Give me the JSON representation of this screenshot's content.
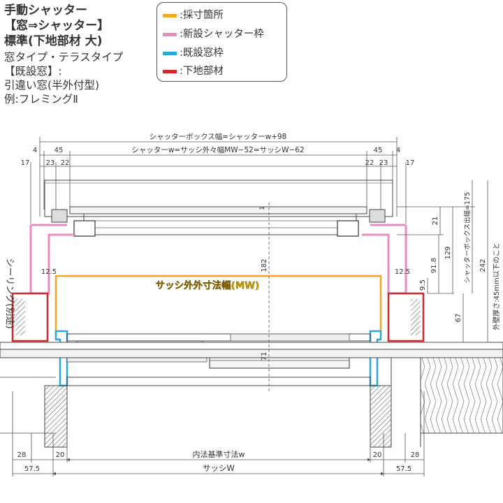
{
  "title": {
    "line1": "手動シャッター",
    "line2": "【窓⇒シャッター】",
    "line3": "標準(下地部材 大)"
  },
  "subtitle": {
    "line1": "窓タイプ・テラスタイプ",
    "line2": "【既設窓】:",
    "line3": "引違い窓(半外付型)",
    "line4": "例:フレミングⅡ"
  },
  "legend": [
    {
      "label": ":採寸箇所",
      "color": "#f5a623"
    },
    {
      "label": ":新設シャッター枠",
      "color": "#e88cbf"
    },
    {
      "label": ":既設窓枠",
      "color": "#29a8e0"
    },
    {
      "label": ":下地部材",
      "color": "#d0282e"
    }
  ],
  "dimensions": {
    "top_box_width": "シャッターボックス幅=シャッターw+98",
    "top_shutter_w": "シャッターw=サッシ外々幅MW−52=サッシW−62",
    "d4_left": "4",
    "d45_left": "45",
    "d45_right": "45",
    "d4_right": "4",
    "d17_left": "17",
    "d23_left": "23",
    "d22_left": "22",
    "d22_right": "22",
    "d23_right": "23",
    "d17_right": "17",
    "d12_5_left": "12.5",
    "d12_5_right": "12.5",
    "d182": "182",
    "d71": "71",
    "d1": "1",
    "d21": "21",
    "d91_8": "91.8",
    "d129": "129",
    "d9_5": "9.5",
    "d67": "67",
    "box_projection": "シャッターボックス出幅=175",
    "d242": "242",
    "wall_note": "外壁厚さ:45mm以下のこと",
    "sealing": "シーリング(別途)",
    "mw_label": "サッシ外外寸法幅(MW)",
    "d28_left": "28",
    "d20_left": "20",
    "d20_right": "20",
    "d28_right": "28",
    "d57_5_left": "57.5",
    "d57_5_right": "57.5",
    "inner_w": "内法基準寸法w",
    "sash_w": "サッシW"
  }
}
